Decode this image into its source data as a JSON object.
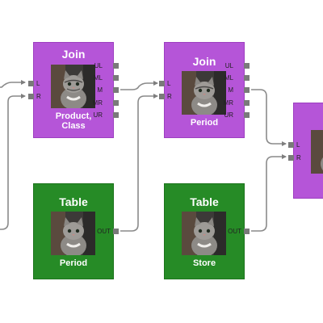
{
  "nodes": {
    "join1": {
      "title": "Join",
      "subtitle_lines": [
        "Product,",
        "Class"
      ],
      "inputs": [
        "L",
        "R"
      ],
      "outputs": [
        "UL",
        "ML",
        "M",
        "MR",
        "UR"
      ]
    },
    "join2": {
      "title": "Join",
      "subtitle_lines": [
        "Period"
      ],
      "inputs": [
        "L",
        "R"
      ],
      "outputs": [
        "UL",
        "ML",
        "M",
        "MR",
        "UR"
      ]
    },
    "join3": {
      "inputs": [
        "L",
        "R"
      ]
    },
    "table1": {
      "title": "Table",
      "subtitle_lines": [
        "Period"
      ],
      "outputs": [
        "OUT"
      ]
    },
    "table2": {
      "title": "Table",
      "subtitle_lines": [
        "Store"
      ],
      "outputs": [
        "OUT"
      ]
    }
  },
  "colors": {
    "join": "#b555d8",
    "table": "#268b26",
    "wire": "#8a8a8a",
    "port": "#7a7a7a"
  },
  "icons": {
    "thumbnail": "cat-thumbnail"
  }
}
